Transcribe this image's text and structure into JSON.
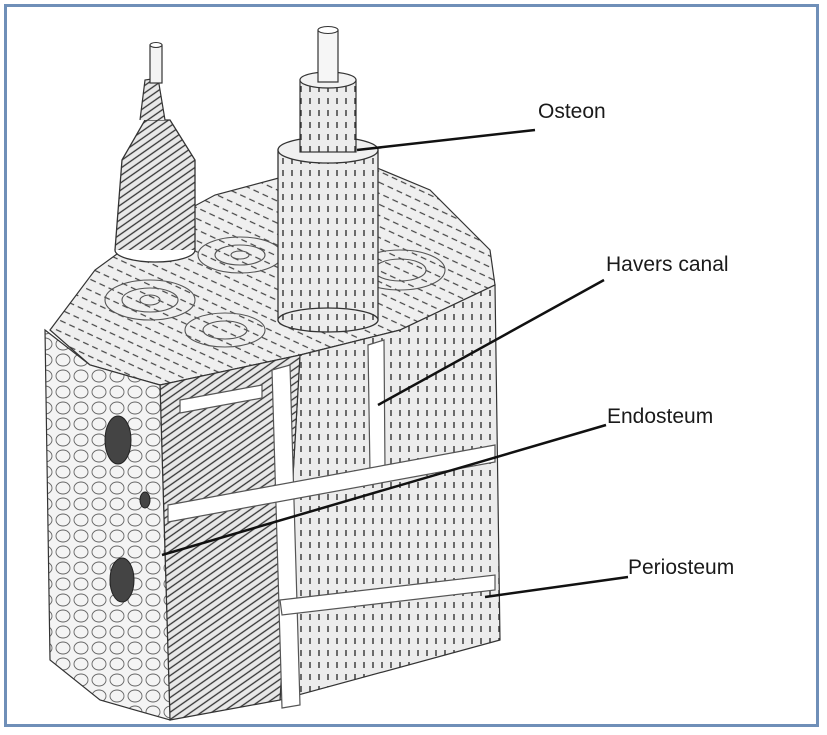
{
  "labels": {
    "osteon": "Osteon",
    "havers_canal": "Havers canal",
    "endosteum": "Endosteum",
    "periosteum": "Periosteum"
  },
  "colors": {
    "frame": "#6f8fb8",
    "ink": "#1a1a1a",
    "bone": "#f2f2f2",
    "bone_shade": "#e2e2e2",
    "canal": "#ffffff"
  }
}
